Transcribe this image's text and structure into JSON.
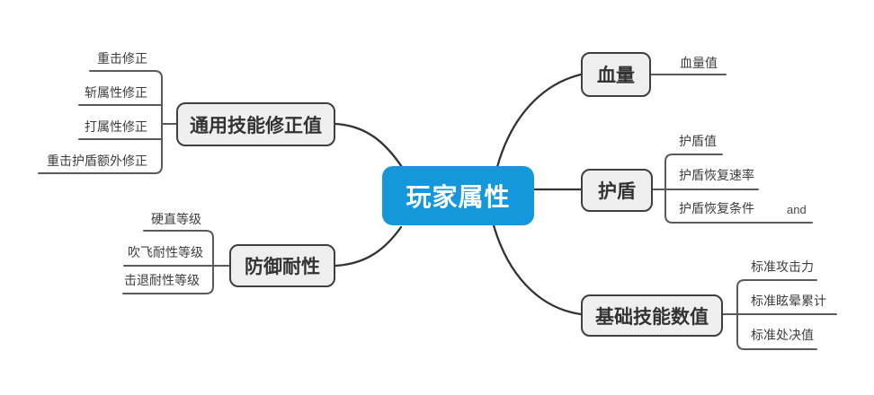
{
  "central": {
    "label": "玩家属性"
  },
  "branches": [
    {
      "id": "general-skill-modifiers",
      "label": "通用技能修正值",
      "side": "left",
      "children": [
        {
          "label": "重击修正"
        },
        {
          "label": "斩属性修正"
        },
        {
          "label": "打属性修正"
        },
        {
          "label": "重击护盾额外修正"
        }
      ]
    },
    {
      "id": "defense-resistance",
      "label": "防御耐性",
      "side": "left",
      "children": [
        {
          "label": "硬直等级"
        },
        {
          "label": "吹飞耐性等级"
        },
        {
          "label": "击退耐性等级"
        }
      ]
    },
    {
      "id": "hp",
      "label": "血量",
      "side": "right",
      "children": [
        {
          "label": "血量值"
        }
      ]
    },
    {
      "id": "shield",
      "label": "护盾",
      "side": "right",
      "children": [
        {
          "label": "护盾值"
        },
        {
          "label": "护盾恢复速率"
        },
        {
          "label": "护盾恢复条件",
          "suffix": "and"
        }
      ]
    },
    {
      "id": "base-skill-values",
      "label": "基础技能数值",
      "side": "right",
      "children": [
        {
          "label": "标准攻击力"
        },
        {
          "label": "标准眩晕累计"
        },
        {
          "label": "标准处决值"
        }
      ]
    }
  ],
  "colors": {
    "central_fill": "#1598DB",
    "central_text": "#FFFFFF",
    "branch_fill": "#EFEFEF",
    "branch_border": "#3F3F3F",
    "connector": "#333333",
    "underline": "#5A5A5A",
    "leaf_text": "#3D3D3D"
  }
}
